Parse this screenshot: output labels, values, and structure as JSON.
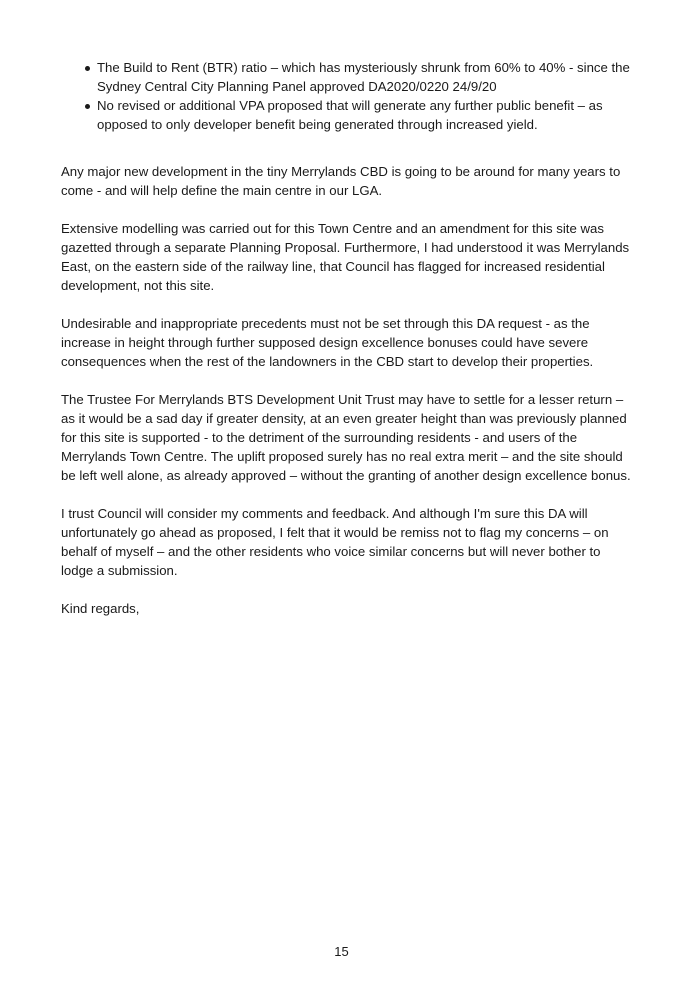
{
  "bullets": [
    "The Build to Rent (BTR) ratio – which has mysteriously shrunk from 60% to 40% - since the Sydney Central City Planning Panel approved DA2020/0220 24/9/20",
    "No revised or additional VPA proposed that will generate any further public benefit – as opposed to only developer benefit being generated through increased yield."
  ],
  "paragraphs": [
    "Any major new development in the tiny Merrylands CBD is going to be around for many years to come - and will help define the main centre in our LGA.",
    "Extensive modelling was carried out for this Town Centre and an amendment for this site was gazetted through a separate Planning Proposal. Furthermore, I had understood it was Merrylands East, on the eastern side of the railway line, that Council has flagged for increased residential development, not this site.",
    "Undesirable and inappropriate precedents must not be set through this DA request - as the increase in height through further supposed design excellence bonuses could have severe consequences when the rest of the landowners in the CBD start to develop their properties.",
    "The Trustee For Merrylands BTS Development Unit Trust may have to settle for a lesser return – as it would be a sad day if greater density, at an even greater height than was previously planned for this site is supported - to the detriment of the surrounding residents - and users of the Merrylands Town Centre. The uplift proposed surely has no real extra merit – and the site should be left well alone, as already approved – without the granting of another design excellence bonus.",
    "I trust Council will consider my comments and feedback. And although I'm sure this DA will unfortunately go ahead as proposed, I felt that it would be remiss not to flag my concerns – on behalf of myself – and the other residents who voice similar concerns but will never bother to lodge a submission."
  ],
  "signoff": "Kind regards,",
  "page_number": "15"
}
